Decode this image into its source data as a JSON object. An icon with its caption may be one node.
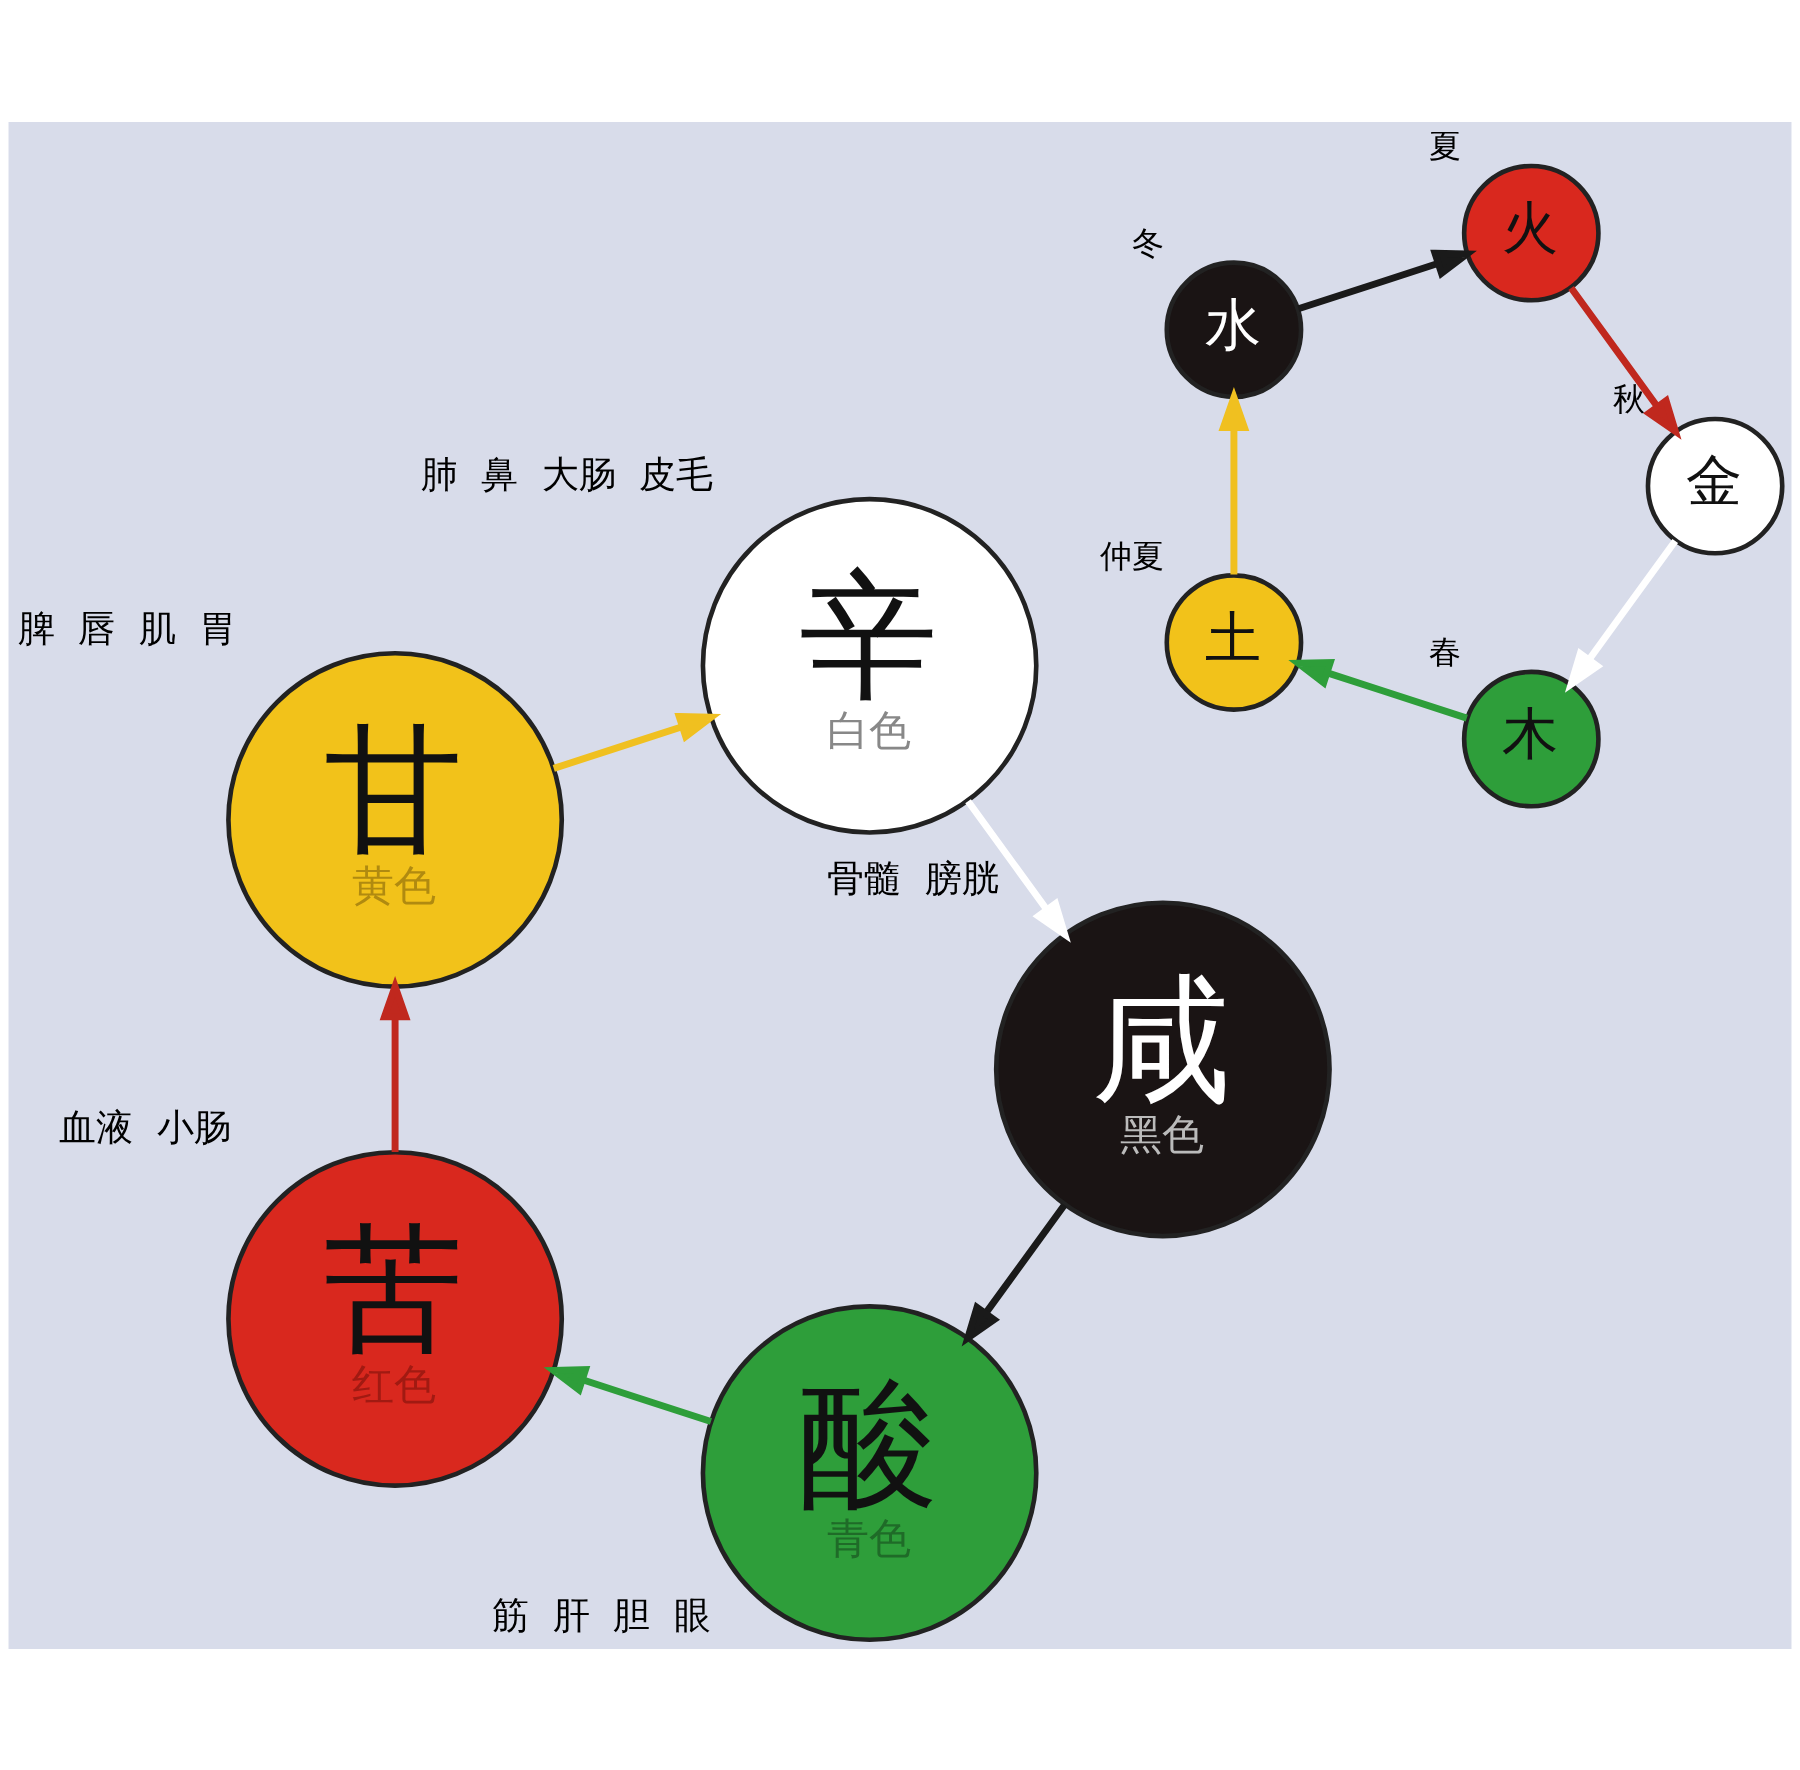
{
  "diagram": {
    "nodes": [
      {
        "text": [
          "酸",
          "青色"
        ],
        "beside": [
          "筋",
          "肝",
          "胆",
          "眼"
        ]
      },
      {
        "text": [
          "咸",
          "黑色"
        ],
        "beside": [
          "骨髓",
          "膀胱"
        ]
      },
      {
        "text": [
          "苦",
          "红色"
        ],
        "beside": [
          "血液",
          "小肠"
        ]
      },
      {
        "text": [
          "木"
        ],
        "beside": [
          "春"
        ]
      },
      {
        "text": [
          "水"
        ],
        "beside": [
          "冬"
        ]
      },
      {
        "text": [
          "火"
        ],
        "beside": [
          "夏"
        ]
      },
      {
        "text": [
          "土"
        ],
        "beside": [
          "仲夏"
        ]
      },
      {
        "text": [
          "金"
        ],
        "beside": [
          "秋"
        ]
      },
      {
        "text": [
          "辛",
          "白色"
        ],
        "beside": [
          "肺",
          "鼻",
          "大肠",
          "皮毛"
        ]
      },
      {
        "text": [
          "甘",
          "黄色"
        ],
        "beside": [
          "脾",
          "唇",
          "肌",
          "胃"
        ]
      }
    ],
    "edges": [
      {
        "from": 1,
        "to": 0,
        "arrow": "to",
        "color": "#1a1a1a"
      },
      {
        "from": 0,
        "to": 2,
        "arrow": "to",
        "color": "#2e9e3a"
      },
      {
        "from": 2,
        "to": 9,
        "arrow": "to",
        "color": "#c0281e"
      },
      {
        "from": 9,
        "to": 8,
        "arrow": "to",
        "color": "#f0c020"
      },
      {
        "from": 8,
        "to": 1,
        "arrow": "to",
        "color": "#ffffff"
      },
      {
        "from": 4,
        "to": 5,
        "arrow": "to",
        "color": "#1a1a1a"
      },
      {
        "from": 5,
        "to": 7,
        "arrow": "to",
        "color": "#c0281e"
      },
      {
        "from": 3,
        "to": 6,
        "arrow": "to",
        "color": "#2e9e3a"
      },
      {
        "from": 6,
        "to": 4,
        "arrow": "to",
        "color": "#f0c020"
      },
      {
        "from": 7,
        "to": 3,
        "arrow": "to",
        "color": "#ffffff"
      }
    ]
  }
}
